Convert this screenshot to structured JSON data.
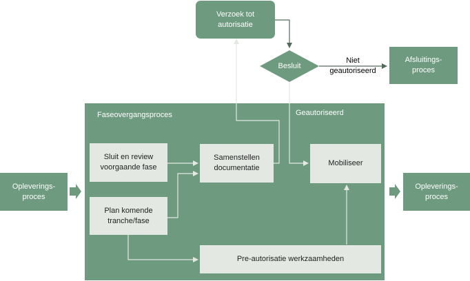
{
  "container_title": "Faseovergangsproces",
  "nodes": {
    "verzoek": "Verzoek tot autorisatie",
    "besluit": "Besluit",
    "afsluitings": "Afsluitings-\nproces",
    "sluit": "Sluit en review voorgaande fase",
    "plan": "Plan komende tranche/fase",
    "samenstellen": "Samenstellen documentatie",
    "mobiliseer": "Mobiliseer",
    "pre": "Pre-autorisatie werkzaamheden",
    "opl_left": "Opleverings-\nproces",
    "opl_right": "Opleverings-\nproces"
  },
  "edge_labels": {
    "niet": "Niet\ngeautoriseerd",
    "geautoriseerd": "Geautoriseerd"
  },
  "colors": {
    "green": "#6e9a7f",
    "light_box": "#e3e8e3",
    "arrow_dark": "#4f6b5a",
    "arrow_light": "#e3e8e3"
  }
}
